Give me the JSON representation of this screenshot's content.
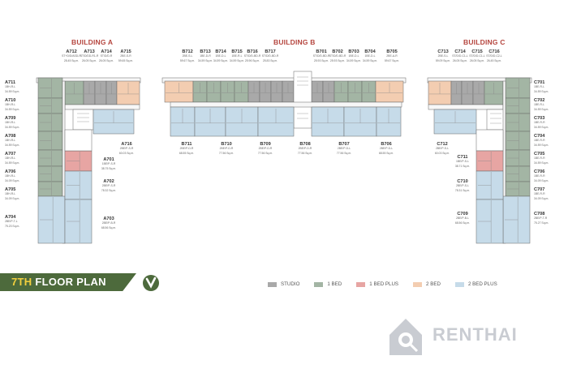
{
  "buildings": {
    "a": "BUILDING  A",
    "b": "BUILDING  B",
    "c": "BUILDING  C"
  },
  "units": {
    "A712": {
      "code": "A712",
      "desc": "ST+D/D/ASD-R",
      "area": "28.45 Sq.m."
    },
    "A713": {
      "code": "A713",
      "desc": "ST/D/DD-R1-R",
      "area": "26.05 Sq.m."
    },
    "A714": {
      "code": "A714",
      "desc": "ST/D/D-R",
      "area": "26.05 Sq.m."
    },
    "A715": {
      "code": "A715",
      "desc": "2BE-S-R",
      "area": "59.65 Sq.m."
    },
    "A711": {
      "code": "A711",
      "desc": "1BH-R-L",
      "area": "34.59 Sq.m."
    },
    "A710": {
      "code": "A710",
      "desc": "1BH-R-L",
      "area": "34.59 Sq.m."
    },
    "A709": {
      "code": "A709",
      "desc": "1BH-R-L",
      "area": "34.59 Sq.m."
    },
    "A708": {
      "code": "A708",
      "desc": "1BH-R-L",
      "area": "34.59 Sq.m."
    },
    "A707": {
      "code": "A707",
      "desc": "1BH-R-L",
      "area": "34.59 Sq.m."
    },
    "A706": {
      "code": "A706",
      "desc": "1BH-R-L",
      "area": "34.09 Sq.m."
    },
    "A705": {
      "code": "A705",
      "desc": "1BH-R-L",
      "area": "34.09 Sq.m."
    },
    "A704": {
      "code": "A704",
      "desc": "2BE/P-T-L",
      "area": "75.23 Sq.m."
    },
    "A716": {
      "code": "A716",
      "desc": "2BE/P-S-R",
      "area": "60.03 Sq.m."
    },
    "A701": {
      "code": "A701",
      "desc": "1BE/P-S-R",
      "area": "38.75 Sq.m."
    },
    "A702": {
      "code": "A702",
      "desc": "2BE/P-S-R",
      "area": "78.32 Sq.m."
    },
    "A703": {
      "code": "A703",
      "desc": "2BE/P-B-R",
      "area": "68.56 Sq.m."
    },
    "B712": {
      "code": "B712",
      "desc": "2BE-S-L",
      "area": "59.67 Sq.m."
    },
    "B713": {
      "code": "B713",
      "desc": "1BE-D-R",
      "area": "34.59 Sq.m."
    },
    "B714": {
      "code": "B714",
      "desc": "1BE-D-L",
      "area": "34.59 Sq.m."
    },
    "B715": {
      "code": "B715",
      "desc": "1BE-R-L",
      "area": "34.59 Sq.m."
    },
    "B716": {
      "code": "B716",
      "desc": "ST/D/D-BD-R",
      "area": "25.96 Sq.m."
    },
    "B717": {
      "code": "B717",
      "desc": "ST/D/D-BD-R",
      "area": "25.83 Sq.m."
    },
    "B701": {
      "code": "B701",
      "desc": "ST/D/D-BD-R",
      "area": "25.93 Sq.m."
    },
    "B702": {
      "code": "B702",
      "desc": "ST/D/D-BD-R",
      "area": "25.93 Sq.m."
    },
    "B703": {
      "code": "B703",
      "desc": "1BE-D-L",
      "area": "34.59 Sq.m."
    },
    "B704": {
      "code": "B704",
      "desc": "1BE-D-L",
      "area": "34.59 Sq.m."
    },
    "B705": {
      "code": "B705",
      "desc": "2BE-A-R",
      "area": "59.67 Sq.m."
    },
    "B711": {
      "code": "B711",
      "desc": "2BE/P-D-R",
      "area": "68.55 Sq.m."
    },
    "B710": {
      "code": "B710",
      "desc": "2BE/P-D-R",
      "area": "77.56 Sq.m."
    },
    "B709": {
      "code": "B709",
      "desc": "2BE/P-D-R",
      "area": "77.56 Sq.m."
    },
    "B708": {
      "code": "B708",
      "desc": "2BE/P-D-R",
      "area": "77.56 Sq.m."
    },
    "B707": {
      "code": "B707",
      "desc": "2BE/P-D-L",
      "area": "77.56 Sq.m."
    },
    "B706": {
      "code": "B706",
      "desc": "2BE/P-D-L",
      "area": "68.55 Sq.m."
    },
    "C713": {
      "code": "C713",
      "desc": "2BE-S-L",
      "area": "59.09 Sq.m."
    },
    "C714": {
      "code": "C714",
      "desc": "ST/D/D-C1-L",
      "area": "26.05 Sq.m."
    },
    "C715": {
      "code": "C715",
      "desc": "ST/D/D-C1-L",
      "area": "26.05 Sq.m."
    },
    "C716": {
      "code": "C716",
      "desc": "ST/D/D-C2-L",
      "area": "26.45 Sq.m."
    },
    "C701": {
      "code": "C701",
      "desc": "1BE-R-L",
      "area": "34.59 Sq.m."
    },
    "C702": {
      "code": "C702",
      "desc": "1BE-R-L",
      "area": "34.59 Sq.m."
    },
    "C703": {
      "code": "C703",
      "desc": "1BE-R-R",
      "area": "34.59 Sq.m."
    },
    "C704": {
      "code": "C704",
      "desc": "1BE-R-R",
      "area": "34.59 Sq.m."
    },
    "C705": {
      "code": "C705",
      "desc": "1BE-R-R",
      "area": "34.59 Sq.m."
    },
    "C706": {
      "code": "C706",
      "desc": "1BE-R-R",
      "area": "34.09 Sq.m."
    },
    "C707": {
      "code": "C707",
      "desc": "1BE-R-R",
      "area": "34.09 Sq.m."
    },
    "C708": {
      "code": "C708",
      "desc": "2BE/P-T-R",
      "area": "75.27 Sq.m."
    },
    "C712": {
      "code": "C712",
      "desc": "2BE/P-S-L",
      "area": "60.03 Sq.m."
    },
    "C711": {
      "code": "C711",
      "desc": "1BE/P-S-L",
      "area": "38.71 Sq.m."
    },
    "C710": {
      "code": "C710",
      "desc": "2BE/P-S-L",
      "area": "78.31 Sq.m."
    },
    "C709": {
      "code": "C709",
      "desc": "2BE/P-B-L",
      "area": "68.56 Sq.m."
    }
  },
  "floor_plan": {
    "label_prefix": "7TH",
    "label_suffix": " FLOOR PLAN"
  },
  "legend": [
    {
      "label": "STUDIO",
      "color": "#a9a9a9"
    },
    {
      "label": "1 BED",
      "color": "#a3b5a4"
    },
    {
      "label": "1 BED PLUS",
      "color": "#e7a5a3"
    },
    {
      "label": "2 BED",
      "color": "#f3cdb1"
    },
    {
      "label": "2 BED PLUS",
      "color": "#c6dbe9"
    }
  ],
  "colors": {
    "studio": "#a9a9a9",
    "bed1": "#a3b5a4",
    "bed1plus": "#e7a5a3",
    "bed2": "#f3cdb1",
    "bed2plus": "#c6dbe9",
    "corridor": "#f7f7f7",
    "wall": "#666666",
    "title": "#b5453e",
    "banner": "#4d6a3c"
  },
  "watermark": {
    "text": "RENTHAI"
  }
}
